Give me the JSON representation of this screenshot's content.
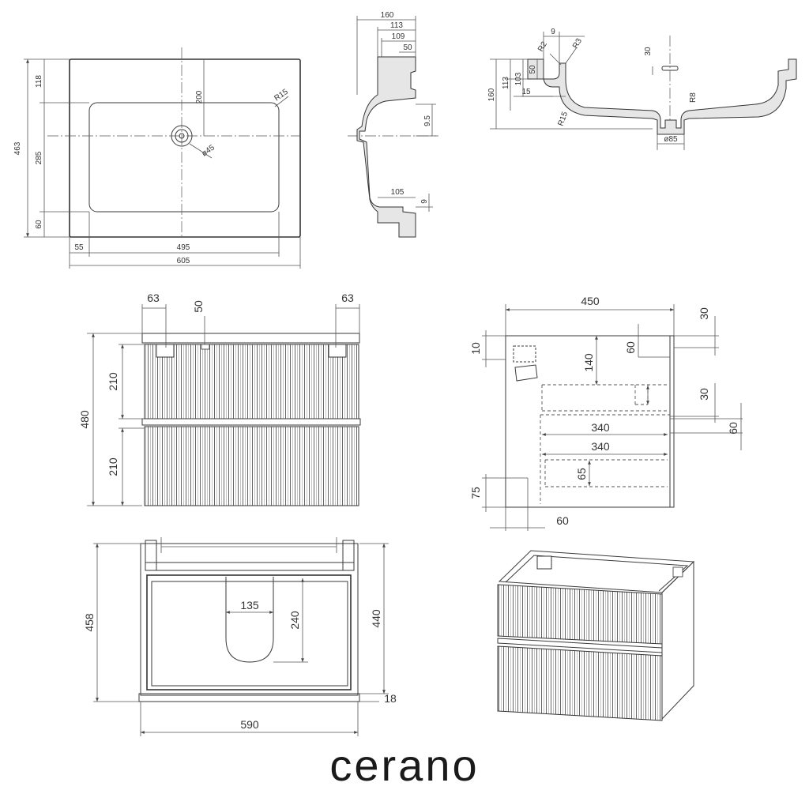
{
  "brand": {
    "name": "cerano"
  },
  "basin_top_view": {
    "dims": {
      "total_depth": "463",
      "top_margin": "118",
      "basin_depth": "285",
      "bottom_margin": "60",
      "left_margin": "55",
      "basin_width": "495",
      "total_width": "605",
      "drain_offset": "200",
      "drain_dia": "ø45",
      "corner_radius": "R15"
    }
  },
  "basin_side_section": {
    "dims": {
      "d160": "160",
      "d113": "113",
      "d109": "109",
      "d50": "50",
      "d95": "9.5",
      "d105": "105",
      "d9": "9"
    }
  },
  "basin_front_section": {
    "dims": {
      "r2": "R2",
      "r3": "R3",
      "d9": "9",
      "d30": "30",
      "d160": "160",
      "d113": "113",
      "d103": "103",
      "d50": "50",
      "d15": "15",
      "r15": "R15",
      "r8": "R8",
      "d85": "ø85"
    }
  },
  "cabinet_front": {
    "dims": {
      "left_63": "63",
      "center_50": "50",
      "right_63": "63",
      "height_480": "480",
      "drawer_top": "210",
      "drawer_bottom": "210"
    }
  },
  "cabinet_side": {
    "dims": {
      "depth_450": "450",
      "top_30": "30",
      "d10": "10",
      "d60_a": "60",
      "d140": "140",
      "d30_b": "30",
      "d60_b": "60",
      "w340_a": "340",
      "w340_b": "340",
      "d65": "65",
      "d75": "75",
      "d60_c": "60"
    }
  },
  "cabinet_top": {
    "dims": {
      "height_458": "458",
      "height_440": "440",
      "cut_135": "135",
      "cut_240": "240",
      "d18": "18",
      "width_590": "590"
    }
  }
}
